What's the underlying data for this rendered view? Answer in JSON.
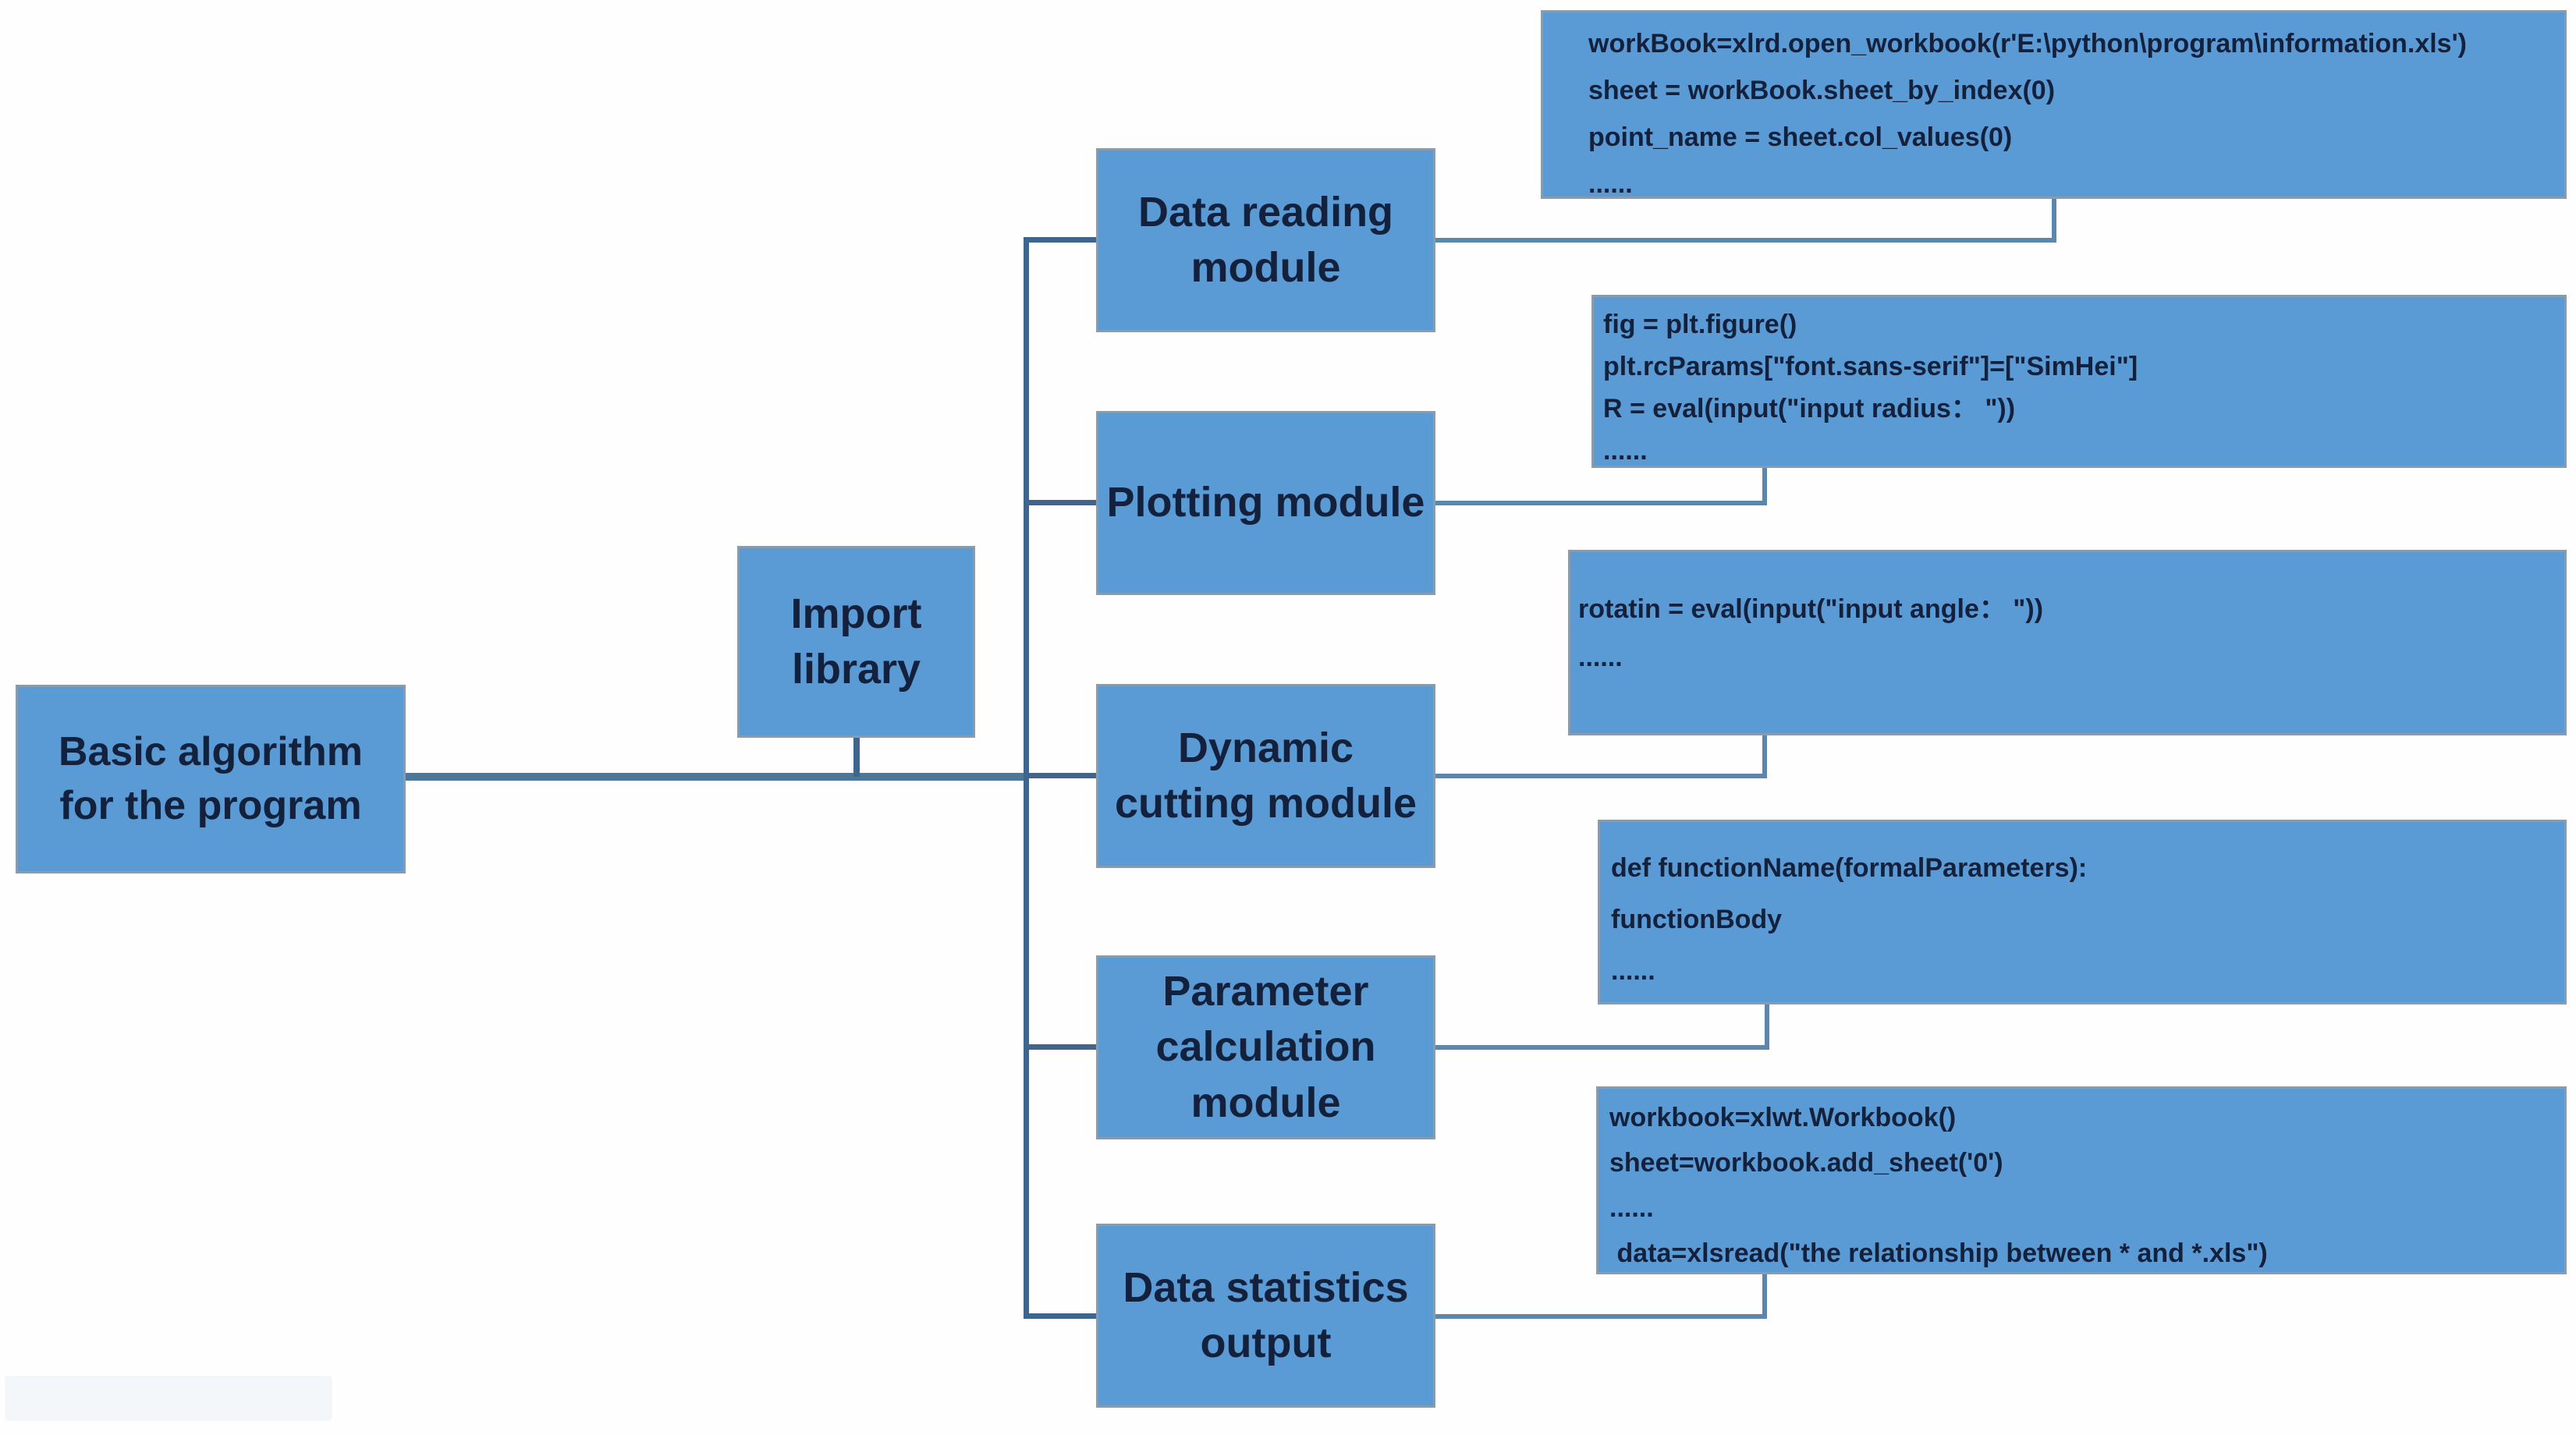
{
  "diagram": {
    "title_hint": "Program basic algorithm flowchart",
    "root": {
      "label": "Basic algorithm\nfor the program"
    },
    "import_library": {
      "label": "Import\nlibrary"
    },
    "modules": [
      {
        "label": "Data reading\nmodule"
      },
      {
        "label": "Plotting module"
      },
      {
        "label": "Dynamic\ncutting module"
      },
      {
        "label": "Parameter\ncalculation\nmodule"
      },
      {
        "label": "Data statistics\noutput"
      }
    ],
    "code_boxes": [
      {
        "lines": [
          "workBook=xlrd.open_workbook(r'E:\\python\\program\\information.xls')",
          "sheet = workBook.sheet_by_index(0)",
          "point_name = sheet.col_values(0)",
          "......"
        ]
      },
      {
        "lines": [
          "fig = plt.figure()",
          "plt.rcParams[\"font.sans-serif\"]=[\"SimHei\"]",
          "R = eval(input(\"input radius： \"))",
          "......"
        ]
      },
      {
        "lines": [
          "rotatin = eval(input(\"input angle： \"))",
          "......"
        ]
      },
      {
        "lines": [
          "def functionName(formalParameters):",
          "functionBody",
          "......"
        ]
      },
      {
        "lines": [
          "workbook=xlwt.Workbook()",
          "sheet=workbook.add_sheet('0')",
          "......",
          " data=xlsread(\"the relationship between * and *.xls\")"
        ]
      }
    ]
  },
  "colors": {
    "box_fill": "#5b9bd5",
    "box_border": "#8a9cab",
    "text": "#14213c",
    "connector_main": "#4d7799",
    "connector_trunk": "#40658c",
    "connector_code": "#5c86ab"
  }
}
